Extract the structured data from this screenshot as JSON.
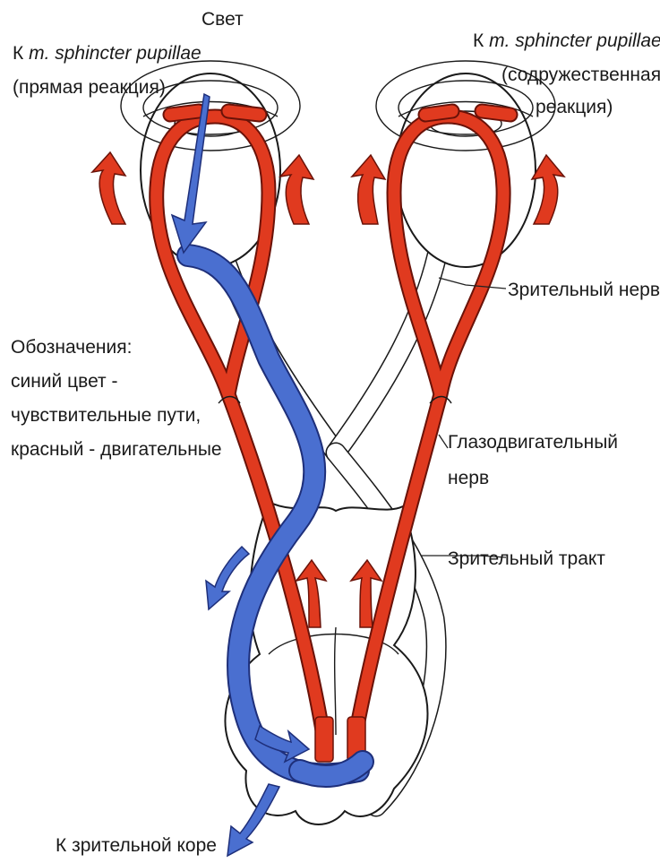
{
  "labels": {
    "light": "Свет",
    "left_target_prefix": "К ",
    "left_target_italic": "m. sphincter pupillae",
    "left_target_line2": "(прямая реакция)",
    "right_target_prefix": "К ",
    "right_target_italic": "m. sphincter pupillae",
    "right_target_line2": "(содружественная",
    "right_target_line3": "реакция)",
    "legend_line1": "Обозначения:",
    "legend_line2": "синий цвет -",
    "legend_line3": "чувствительные пути,",
    "legend_line4": "красный - двигательные",
    "optic_nerve": "Зрительный нерв",
    "oculomotor_line1": "Глазодвигательный",
    "oculomotor_line2": "нерв",
    "optic_tract": "Зрительный тракт",
    "visual_cortex": "К зрительной коре"
  },
  "colors": {
    "sensory_path": "#4a6fd0",
    "motor_path": "#e03a1f",
    "outline": "#1a1a1a"
  }
}
